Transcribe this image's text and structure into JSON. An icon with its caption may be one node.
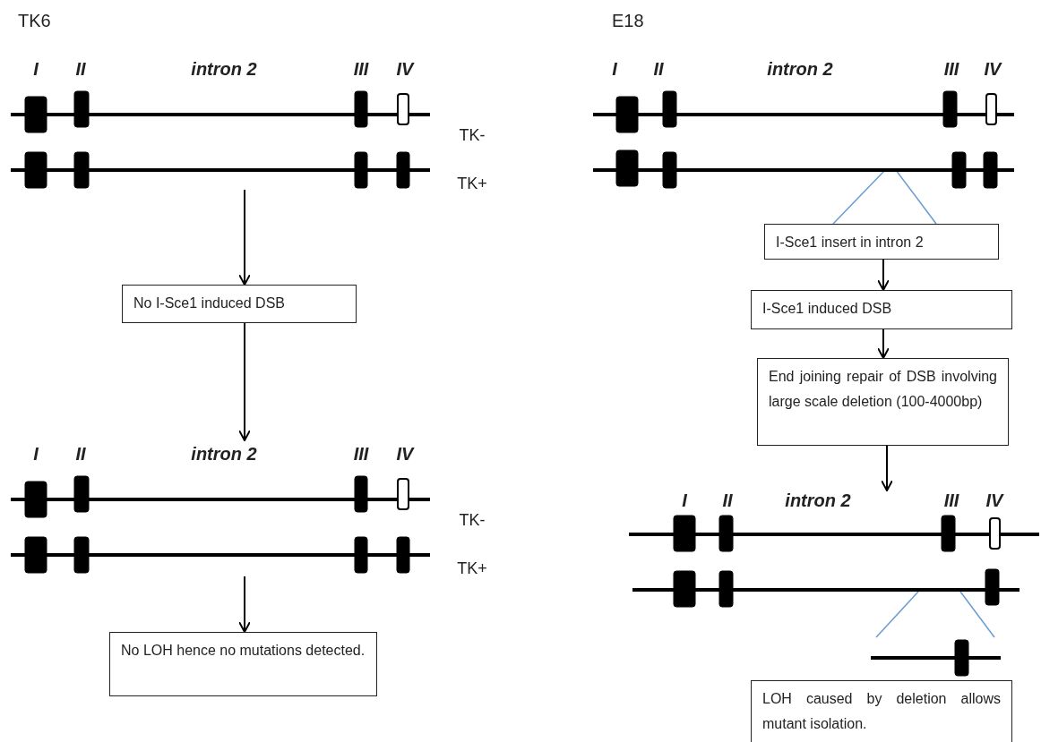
{
  "diagram": {
    "nodes": [
      {
        "text": [],
        "shape": "picture",
        "beside": [
          "I",
          "II",
          "intron 2",
          "III",
          "IV",
          "TK-",
          "TK+"
        ]
      },
      {
        "text": [
          "No I-Sce1 induced DSB"
        ]
      },
      {
        "text": [],
        "shape": "picture",
        "beside": [
          "I",
          "II",
          "intron 2",
          "III",
          "IV",
          "TK-",
          "TK+"
        ]
      },
      {
        "text": [
          "No LOH hence no mutations detected."
        ]
      },
      {
        "text": [],
        "shape": "picture",
        "beside": [
          "I",
          "II",
          "intron 2",
          "III",
          "IV"
        ]
      },
      {
        "text": [
          "I-Sce1 insert in intron 2"
        ]
      },
      {
        "text": [
          "I-Sce1 induced DSB"
        ]
      },
      {
        "text": [
          "End joining repair of DSB involving large scale deletion (100-4000bp)"
        ]
      },
      {
        "text": [],
        "shape": "picture",
        "beside": [
          "I",
          "II",
          "intron 2",
          "III",
          "IV"
        ]
      },
      {
        "text": [],
        "shape": "picture"
      },
      {
        "text": [
          "LOH caused by deletion allows mutant isolation."
        ]
      }
    ],
    "edges": [
      {
        "from": 0,
        "to": 1,
        "arrow": "to"
      },
      {
        "from": 1,
        "to": 2,
        "arrow": "to"
      },
      {
        "from": 2,
        "to": 3,
        "arrow": "to"
      },
      {
        "from": 4,
        "to": 5,
        "arrow": "none",
        "color": "#6a9bd1"
      },
      {
        "from": 4,
        "to": 5,
        "arrow": "none",
        "color": "#6a9bd1"
      },
      {
        "from": 5,
        "to": 6,
        "arrow": "to"
      },
      {
        "from": 6,
        "to": 7,
        "arrow": "to"
      },
      {
        "from": 7,
        "to": 8,
        "arrow": "to"
      },
      {
        "from": 8,
        "to": 9,
        "arrow": "none",
        "color": "#6a9bd1"
      },
      {
        "from": 8,
        "to": 9,
        "arrow": "none",
        "color": "#6a9bd1"
      }
    ],
    "labels": [
      "TK6",
      "E18"
    ]
  }
}
